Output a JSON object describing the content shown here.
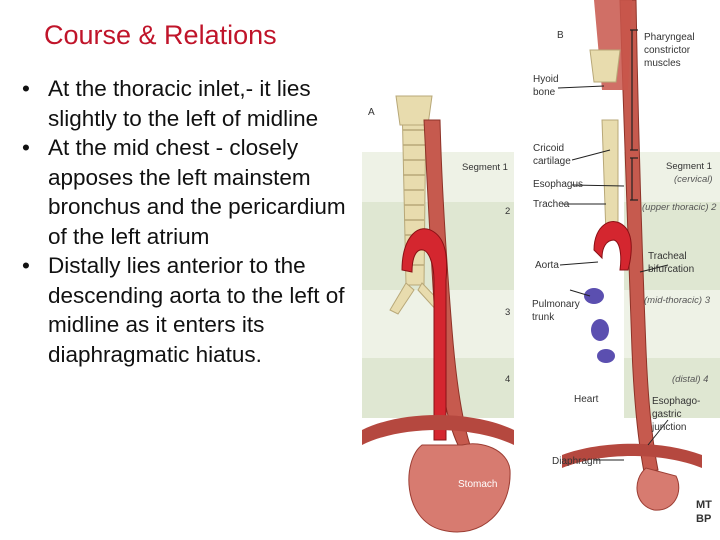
{
  "slide": {
    "title": "Course & Relations",
    "bullets": [
      {
        "bullet": "•",
        "text": "At the thoracic inlet,- it lies slightly to the left of midline"
      },
      {
        "bullet": "•",
        "text": "At the mid chest - closely apposes the left mainstem bronchus and the pericardium of the left atrium"
      },
      {
        "bullet": "•",
        "text": "Distally lies anterior to the descending aorta to the left of midline as it enters its diaphragmatic hiatus."
      }
    ]
  },
  "figure": {
    "panel_a": {
      "letter": "A",
      "segments": [
        "Segment 1",
        "2",
        "3",
        "4"
      ],
      "stomach": "Stomach"
    },
    "panel_b": {
      "letter": "B",
      "left_labels": {
        "hyoid": [
          "Hyoid",
          "bone"
        ],
        "cricoid": [
          "Cricoid",
          "cartilage"
        ],
        "esophagus": "Esophagus",
        "trachea": "Trachea",
        "aorta": "Aorta",
        "pulmonary": [
          "Pulmonary",
          "trunk"
        ],
        "heart": "Heart",
        "diaphragm": "Diaphragm"
      },
      "right_labels": {
        "pharyngeal": [
          "Pharyngeal",
          "constrictor",
          "muscles"
        ],
        "seg1": [
          "Segment 1",
          "(cervical)"
        ],
        "upper": "(upper thoracic) 2",
        "tracheal": [
          "Tracheal",
          "bifurcation"
        ],
        "mid": "(mid-thoracic) 3",
        "distal": "(distal) 4",
        "ej": [
          "Esophago-",
          "gastric",
          "junction"
        ]
      },
      "logo": [
        "MT",
        "BP"
      ]
    },
    "colors": {
      "title": "#c0142a",
      "band_light": "#eef2e6",
      "band_dark": "#dfe7d2",
      "muscle": "#c65a4e",
      "aorta": "#d4262f",
      "cartilage": "#e8dcae",
      "vein": "#5b4fb0"
    }
  }
}
